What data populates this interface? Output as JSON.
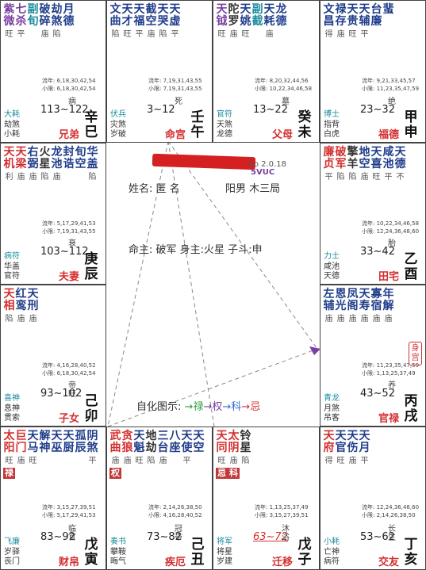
{
  "legend": {
    "label": "自化图示:",
    "items": [
      {
        "text": "禄",
        "color": "#2e9d3a"
      },
      {
        "text": "权",
        "color": "#7b3fa0"
      },
      {
        "text": "科",
        "color": "#2d6bd6"
      },
      {
        "text": "忌",
        "color": "#d32f2f"
      }
    ]
  },
  "center": {
    "name_label": "姓名: 匿 名",
    "gender_bureau": "阳男 木三局",
    "master_line": "命主: 破军 身主:火星 子斗:申",
    "version": "2.0.18",
    "code": "5VUC"
  },
  "cells": [
    {
      "branch": "巳",
      "stars": [
        {
          "c": "紫",
          "color": "#7b3fa0",
          "br": "旺"
        },
        {
          "c": "七",
          "color": "#7b3fa0",
          "br": "平"
        },
        {
          "c": "副",
          "color": "#1a8b9d",
          "br": ""
        },
        {
          "c": "破",
          "color": "#1f3d8a",
          "br": "庙"
        },
        {
          "c": "劫",
          "color": "#1f3d8a",
          "br": "陷"
        },
        {
          "c": "月",
          "color": "#1f3d8a",
          "br": ""
        }
      ],
      "stars2": [
        "微",
        "杀",
        "旬",
        "碎",
        "煞",
        "德"
      ],
      "liu": [
        "流年: 6,18,30,42,54",
        "小限: 6,18,30,42,54"
      ],
      "range": "113~122",
      "p1": "大耗",
      "p2a": "劫煞",
      "p2b": "小耗",
      "life": "病",
      "pal": "兄弟",
      "gz": [
        "辛",
        "巳"
      ]
    },
    {
      "branch": "午",
      "stars": [
        {
          "c": "文",
          "color": "#1f3d8a",
          "br": "陷"
        },
        {
          "c": "天",
          "color": "#1f3d8a",
          "br": "旺"
        },
        {
          "c": "天",
          "color": "#1f3d8a",
          "br": "平"
        },
        {
          "c": "截",
          "color": "#1f3d8a",
          "br": "庙"
        },
        {
          "c": "天",
          "color": "#1f3d8a",
          "br": "陷"
        },
        {
          "c": "天",
          "color": "#1f3d8a",
          "br": "平"
        }
      ],
      "stars2": [
        "曲",
        "才",
        "福",
        "空",
        "哭",
        "虚"
      ],
      "liu": [
        "流年: 7,19,31,43,55",
        "小限: 7,19,31,43,55"
      ],
      "range": "3~12",
      "p1": "伏兵",
      "p2a": "灾煞",
      "p2b": "岁破",
      "life": "死",
      "pal": "命宫",
      "gz": [
        "壬",
        "午"
      ]
    },
    {
      "branch": "未",
      "stars": [
        {
          "c": "天",
          "color": "#7b3fa0",
          "br": "旺"
        },
        {
          "c": "陀",
          "color": "#333",
          "br": "庙"
        },
        {
          "c": "天",
          "color": "#1f3d8a",
          "br": "旺"
        },
        {
          "c": "副",
          "color": "#1a8b9d",
          "br": ""
        },
        {
          "c": "天",
          "color": "#1f3d8a",
          "br": "庙"
        },
        {
          "c": "龙",
          "color": "#1f3d8a",
          "br": ""
        }
      ],
      "stars2": [
        "钺",
        "罗",
        "姚",
        "截",
        "耗",
        "德"
      ],
      "liu": [
        "流年: 8,20,32,44,56",
        "小限: 10,22,34,46,58"
      ],
      "range": "13~22",
      "p1": "官符",
      "p2a": "天煞",
      "p2b": "龙德",
      "life": "墓",
      "pal": "父母",
      "gz": [
        "癸",
        "未"
      ]
    },
    {
      "branch": "申",
      "stars": [
        {
          "c": "文",
          "color": "#1f3d8a",
          "br": "得"
        },
        {
          "c": "禄",
          "color": "#1f3d8a",
          "br": "庙"
        },
        {
          "c": "天",
          "color": "#1f3d8a",
          "br": "旺"
        },
        {
          "c": "天",
          "color": "#1f3d8a",
          "br": "平"
        },
        {
          "c": "台",
          "color": "#1f3d8a",
          "br": ""
        },
        {
          "c": "蜚",
          "color": "#1f3d8a",
          "br": ""
        }
      ],
      "stars2": [
        "昌",
        "存",
        "贵",
        "辅",
        "廉",
        ""
      ],
      "liu": [
        "流年: 9,21,33,45,57",
        "小限: 11,23,35,47,59"
      ],
      "range": "23~32",
      "p1": "博士",
      "p2a": "指背",
      "p2b": "白虎",
      "life": "绝",
      "pal": "福德",
      "gz": [
        "甲",
        "申"
      ]
    },
    {
      "branch": "辰",
      "stars": [
        {
          "c": "天",
          "color": "#d32f2f",
          "br": "利"
        },
        {
          "c": "天",
          "color": "#d32f2f",
          "br": "庙"
        },
        {
          "c": "右",
          "color": "#1f3d8a",
          "br": "庙"
        },
        {
          "c": "火",
          "color": "#333",
          "br": "陷"
        },
        {
          "c": "龙",
          "color": "#1f3d8a",
          "br": "庙"
        },
        {
          "c": "封",
          "color": "#1f3d8a",
          "br": ""
        },
        {
          "c": "旬",
          "color": "#1f3d8a",
          "br": ""
        },
        {
          "c": "华",
          "color": "#1f3d8a",
          "br": "陷"
        }
      ],
      "stars2": [
        "机",
        "梁",
        "弼",
        "星",
        "池",
        "诰",
        "空",
        "盖"
      ],
      "liu": [
        "流年: 5,17,29,41,53",
        "小限: 7,19,31,43,55"
      ],
      "range": "103~112",
      "p1": "病符",
      "p2a": "华盖",
      "p2b": "官符",
      "life": "衰",
      "pal": "夫妻",
      "gz": [
        "庚",
        "辰"
      ]
    },
    {
      "branch": "酉",
      "stars": [
        {
          "c": "廉",
          "color": "#d32f2f",
          "br": "平"
        },
        {
          "c": "破",
          "color": "#d32f2f",
          "br": "陷"
        },
        {
          "c": "擎",
          "color": "#333",
          "br": "陷"
        },
        {
          "c": "地",
          "color": "#1f3d8a",
          "br": "庙"
        },
        {
          "c": "天",
          "color": "#1f3d8a",
          "br": "旺"
        },
        {
          "c": "咸",
          "color": "#1f3d8a",
          "br": "平"
        },
        {
          "c": "天",
          "color": "#1f3d8a",
          "br": "不"
        }
      ],
      "stars2": [
        "贞",
        "军",
        "羊",
        "空",
        "喜",
        "池",
        "德"
      ],
      "liu": [
        "流年: 10,22,34,46,58",
        "小限: 12,24,36,48,60"
      ],
      "range": "33~42",
      "p1": "力士",
      "p2a": "咸池",
      "p2b": "天德",
      "life": "胎",
      "pal": "田宅",
      "gz": [
        "乙",
        "酉"
      ]
    },
    {
      "branch": "卯",
      "stars": [
        {
          "c": "天",
          "color": "#d32f2f",
          "br": "陷"
        },
        {
          "c": "红",
          "color": "#1f3d8a",
          "br": "庙"
        },
        {
          "c": "天",
          "color": "#1f3d8a",
          "br": "庙"
        }
      ],
      "stars2": [
        "相",
        "鸾",
        "刑"
      ],
      "liu": [
        "流年: 4,16,28,40,52",
        "小限: 6,18,30,42,54"
      ],
      "range": "93~102",
      "p1": "喜神",
      "p2a": "息神",
      "p2b": "贯索",
      "life": "帝旺",
      "pal": "子女",
      "gz": [
        "己",
        "卯"
      ]
    },
    {
      "branch": "戌",
      "stars": [
        {
          "c": "左",
          "color": "#1f3d8a",
          "br": "庙"
        },
        {
          "c": "恩",
          "color": "#1f3d8a",
          "br": "庙"
        },
        {
          "c": "凤",
          "color": "#1f3d8a",
          "br": "庙"
        },
        {
          "c": "天",
          "color": "#1f3d8a",
          "br": "庙"
        },
        {
          "c": "寡",
          "color": "#1f3d8a",
          "br": "庙"
        },
        {
          "c": "年",
          "color": "#1f3d8a",
          "br": "庙"
        }
      ],
      "stars2": [
        "辅",
        "光",
        "阁",
        "寿",
        "宿",
        "解"
      ],
      "liu": [
        "流年: 11,23,35,47,59",
        "小限: 1,13,25,37,49"
      ],
      "range": "43~52",
      "p1": "青龙",
      "p2a": "月煞",
      "p2b": "吊客",
      "life": "养",
      "pal": "官禄",
      "gz": [
        "丙",
        "戌"
      ],
      "tag": "身宫"
    },
    {
      "branch": "寅",
      "stars": [
        {
          "c": "太",
          "color": "#d32f2f",
          "br": "旺",
          "hua": "禄"
        },
        {
          "c": "巨",
          "color": "#d32f2f",
          "br": "庙"
        },
        {
          "c": "天",
          "color": "#1f3d8a",
          "br": "旺"
        },
        {
          "c": "解",
          "color": "#1f3d8a",
          "br": ""
        },
        {
          "c": "天",
          "color": "#1f3d8a",
          "br": ""
        },
        {
          "c": "天",
          "color": "#1f3d8a",
          "br": ""
        },
        {
          "c": "孤",
          "color": "#1f3d8a",
          "br": ""
        },
        {
          "c": "阴",
          "color": "#1f3d8a",
          "br": "平"
        }
      ],
      "stars2": [
        "阳",
        "门",
        "马",
        "神",
        "巫",
        "厨",
        "辰",
        "煞"
      ],
      "liu": [
        "流年: 3,15,27,39,51",
        "小限: 5,17,29,41,53"
      ],
      "range": "83~92",
      "p1": "飞廉",
      "p2a": "岁驿",
      "p2b": "丧门",
      "life": "临官",
      "pal": "财帛",
      "gz": [
        "戊",
        "寅"
      ]
    },
    {
      "branch": "丑",
      "stars": [
        {
          "c": "武",
          "color": "#d32f2f",
          "br": "庙",
          "hua": "权"
        },
        {
          "c": "贪",
          "color": "#d32f2f",
          "br": "庙"
        },
        {
          "c": "天",
          "color": "#1f3d8a",
          "br": "旺"
        },
        {
          "c": "地",
          "color": "#333",
          "br": "陷"
        },
        {
          "c": "三",
          "color": "#1f3d8a",
          "br": "庙"
        },
        {
          "c": "八",
          "color": "#1f3d8a",
          "br": ""
        },
        {
          "c": "天",
          "color": "#1f3d8a",
          "br": "平"
        },
        {
          "c": "天",
          "color": "#1f3d8a",
          "br": ""
        }
      ],
      "stars2": [
        "曲",
        "狼",
        "魁",
        "劫",
        "台",
        "座",
        "使",
        "空"
      ],
      "liu": [
        "流年: 2,14,26,38,50",
        "小限: 4,16,28,40,52"
      ],
      "range": "73~82",
      "p1": "奏书",
      "p2a": "攀鞍",
      "p2b": "晦气",
      "life": "冠带",
      "pal": "疾厄",
      "gz": [
        "己",
        "丑"
      ]
    },
    {
      "branch": "子",
      "stars": [
        {
          "c": "天",
          "color": "#d32f2f",
          "br": "旺",
          "hua": "忌"
        },
        {
          "c": "太",
          "color": "#d32f2f",
          "br": "庙",
          "hua": "科"
        },
        {
          "c": "铃",
          "color": "#333",
          "br": "陷"
        }
      ],
      "stars2": [
        "同",
        "阴",
        "星"
      ],
      "liu": [
        "流年: 1,13,25,37,49",
        "小限: 3,15,27,39,51"
      ],
      "range": "63~72",
      "p1": "将军",
      "p2a": "将星",
      "p2b": "岁建",
      "life": "沐浴",
      "pal": "迁移",
      "gz": [
        "戊",
        "子"
      ],
      "rangeRed": true
    },
    {
      "branch": "亥",
      "stars": [
        {
          "c": "天",
          "color": "#d32f2f",
          "br": "得"
        },
        {
          "c": "天",
          "color": "#1f3d8a",
          "br": "旺"
        },
        {
          "c": "天",
          "color": "#1f3d8a",
          "br": "庙"
        },
        {
          "c": "天",
          "color": "#1f3d8a",
          "br": "平"
        }
      ],
      "stars2": [
        "府",
        "官",
        "伤",
        "月"
      ],
      "liu": [
        "流年: 12,24,36,48,60",
        "小限: 2,14,26,38,50"
      ],
      "range": "53~62",
      "p1": "小耗",
      "p2a": "亡神",
      "p2b": "病符",
      "life": "长生",
      "pal": "交友",
      "gz": [
        "丁",
        "亥"
      ]
    }
  ]
}
